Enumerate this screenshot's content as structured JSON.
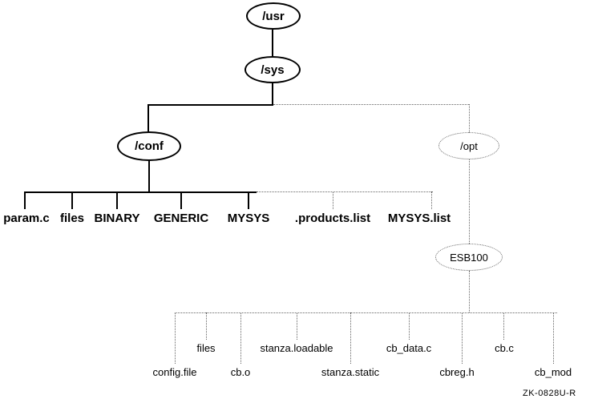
{
  "tree": {
    "nodes": {
      "usr": "/usr",
      "sys": "/sys",
      "conf": "/conf",
      "opt": "/opt",
      "esb100": "ESB100"
    },
    "conf_children": [
      "param.c",
      "files",
      "BINARY",
      "GENERIC",
      "MYSYS",
      ".products.list",
      "MYSYS.list"
    ],
    "esb_children": [
      "config.file",
      "files",
      "cb.o",
      "stanza.loadable",
      "stanza.static",
      "cb_data.c",
      "cbreg.h",
      "cb.c",
      "cb_mod"
    ],
    "figure_id": "ZK-0828U-R",
    "colors": {
      "solid_line": "#000000",
      "dotted_line": "#666666"
    }
  }
}
